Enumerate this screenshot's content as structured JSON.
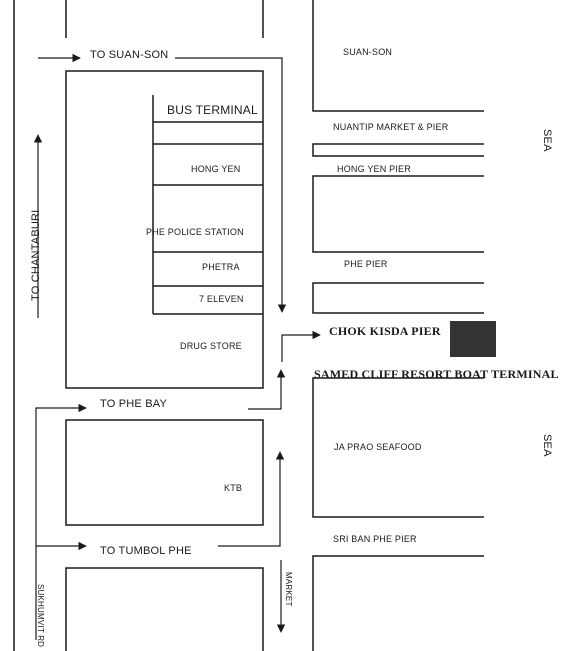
{
  "colors": {
    "line": "#1a1a1a",
    "background": "#ffffff",
    "marker": "#333333"
  },
  "map": {
    "roads": {
      "to_suan_son": "TO SUAN-SON",
      "to_chantaburi": "TO CHANTABURI",
      "to_phe_bay": "TO PHE BAY",
      "to_tumbol_phe": "TO TUMBOL PHE",
      "sukhumvit_rd": "SUKHUMVIT RD",
      "market": "MARKET"
    },
    "buildings": {
      "bus_terminal": "BUS TERMINAL",
      "hong_yen": "HONG YEN",
      "phe_police_station": "PHE POLICE STATION",
      "phetra": "PHETRA",
      "seven_eleven": "7 ELEVEN",
      "drug_store": "DRUG STORE",
      "ktb": "KTB"
    },
    "piers": {
      "suan_son": "SUAN-SON",
      "nuantip": "NUANTIP MARKET &  PIER",
      "hong_yen_pier": "HONG YEN PIER",
      "phe_pier": "PHE PIER",
      "chok_kisda": "CHOK KISDA PIER",
      "samed_cliff": "SAMED CLIFF RESORT BOAT TERMINAL",
      "ja_prao": "JA PRAO SEAFOOD",
      "sri_ban_phe": "SRI BAN PHE PIER"
    },
    "sea_top": "SEA",
    "sea_bottom": "SEA"
  }
}
